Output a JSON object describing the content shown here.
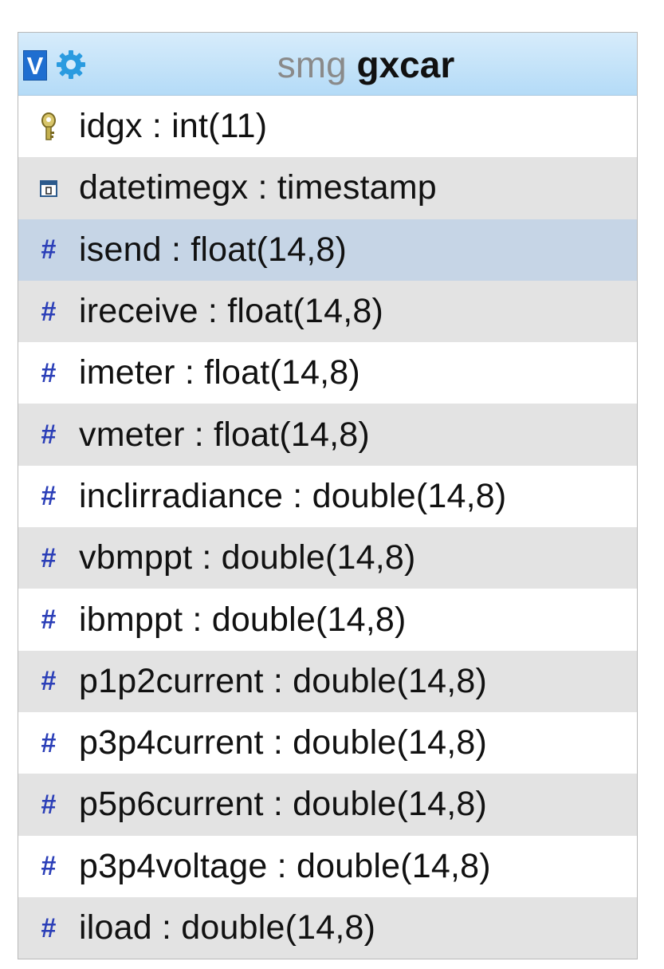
{
  "header": {
    "collapse_label": "V",
    "database": "smg",
    "table": "gxcar"
  },
  "columns": [
    {
      "label": "idgx : int(11)",
      "icon": "key-icon"
    },
    {
      "label": "datetimegx : timestamp",
      "icon": "calendar-icon"
    },
    {
      "label": "isend : float(14,8)",
      "icon": "numeric-icon"
    },
    {
      "label": "ireceive : float(14,8)",
      "icon": "numeric-icon"
    },
    {
      "label": "imeter : float(14,8)",
      "icon": "numeric-icon"
    },
    {
      "label": "vmeter : float(14,8)",
      "icon": "numeric-icon"
    },
    {
      "label": "inclirradiance : double(14,8)",
      "icon": "numeric-icon"
    },
    {
      "label": "vbmppt : double(14,8)",
      "icon": "numeric-icon"
    },
    {
      "label": "ibmppt : double(14,8)",
      "icon": "numeric-icon"
    },
    {
      "label": "p1p2current : double(14,8)",
      "icon": "numeric-icon"
    },
    {
      "label": "p3p4current : double(14,8)",
      "icon": "numeric-icon"
    },
    {
      "label": "p5p6current : double(14,8)",
      "icon": "numeric-icon"
    },
    {
      "label": "p3p4voltage : double(14,8)",
      "icon": "numeric-icon"
    },
    {
      "label": "iload : double(14,8)",
      "icon": "numeric-icon"
    }
  ],
  "colors": {
    "header_bg": "#b4dbf7",
    "alt_row": "#e3e3e3",
    "highlight_row": "#c6d5e6",
    "numeric_icon": "#2b3fb8",
    "collapse_button": "#1f6ed0"
  }
}
